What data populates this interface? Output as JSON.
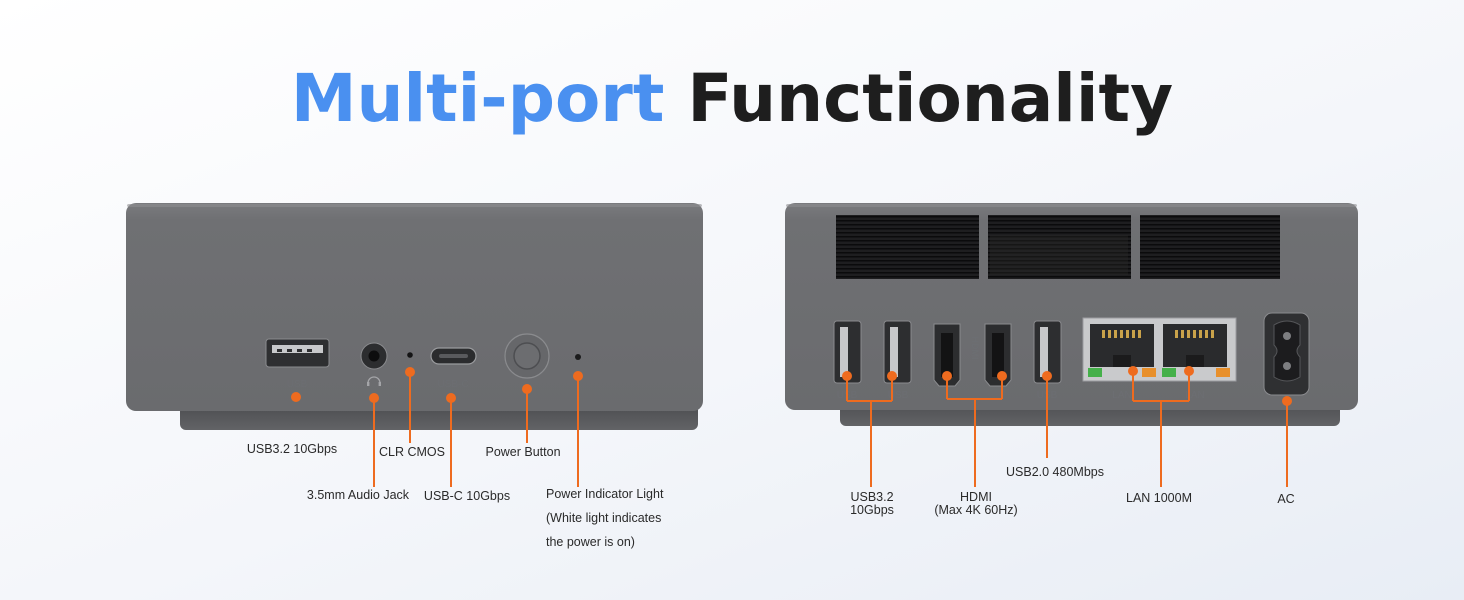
{
  "title": {
    "highlight": "Multi-port",
    "rest": "Functionality"
  },
  "colors": {
    "title_highlight": "#4a90f0",
    "title_text": "#1e1e1e",
    "callout": "#ee6b1f",
    "device_body": "#6e6f72"
  },
  "front": {
    "port_labels": {
      "usb": "USB",
      "usb_c": "USB-C"
    },
    "callouts": {
      "usb32": "USB3.2 10Gbps",
      "audio": "3.5mm Audio Jack",
      "clr_cmos": "CLR CMOS",
      "usb_c": "USB-C 10Gbps",
      "power_button": "Power Button",
      "power_light": [
        "Power Indicator Light",
        "(White light indicates",
        "the power is on)"
      ]
    }
  },
  "rear": {
    "port_labels": {
      "usb": "USB",
      "lan": "LAN",
      "hdmi": "HDMI"
    },
    "callouts": {
      "usb32": [
        "USB3.2",
        "10Gbps"
      ],
      "hdmi": [
        "HDMI",
        "(Max 4K 60Hz)"
      ],
      "usb20": "USB2.0 480Mbps",
      "lan": "LAN 1000M",
      "ac": "AC"
    }
  }
}
